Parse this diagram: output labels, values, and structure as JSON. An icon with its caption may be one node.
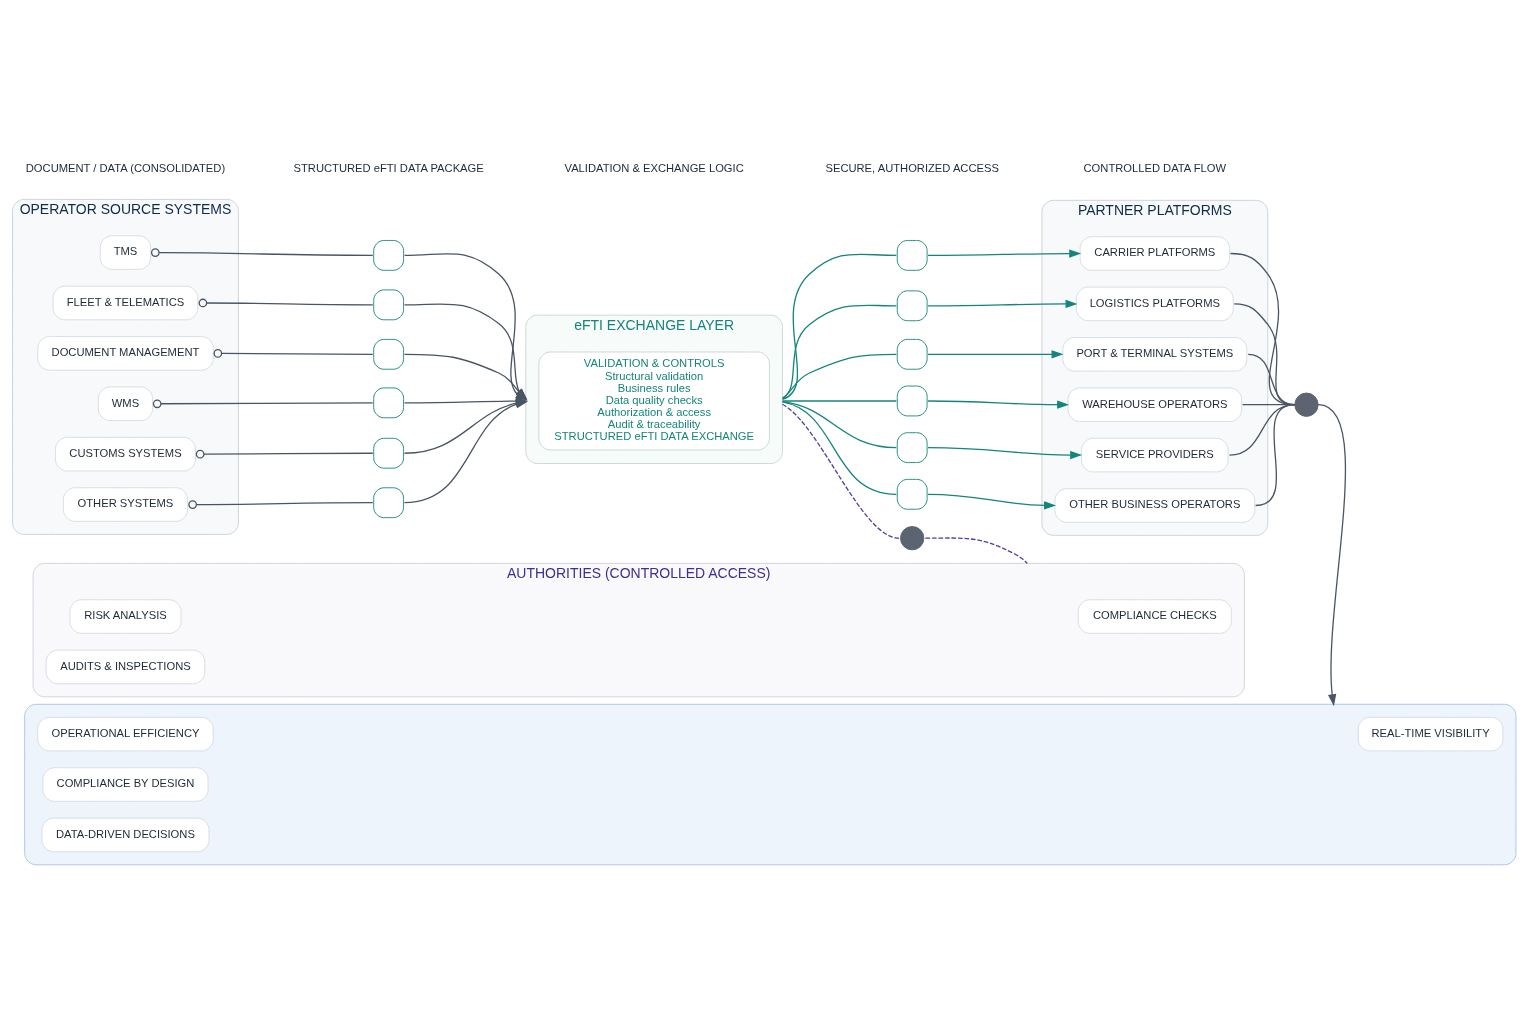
{
  "diagram": {
    "nodes": [
      {
        "text": [
          "OPERATOR SOURCE SYSTEMS"
        ]
      },
      {
        "text": [
          "TMS"
        ],
        "in": 0
      },
      {
        "text": [
          "FLEET & TELEMATICS"
        ],
        "in": 0
      },
      {
        "text": [
          "DOCUMENT MANAGEMENT"
        ],
        "in": 0
      },
      {
        "text": [
          "WMS"
        ],
        "in": 0
      },
      {
        "text": [
          "CUSTOMS SYSTEMS"
        ],
        "in": 0
      },
      {
        "text": [
          "OTHER SYSTEMS"
        ],
        "in": 0
      },
      {
        "text": [],
        "shape": "box"
      },
      {
        "text": [],
        "shape": "box"
      },
      {
        "text": [],
        "shape": "box"
      },
      {
        "text": [],
        "shape": "box"
      },
      {
        "text": [],
        "shape": "box"
      },
      {
        "text": [],
        "shape": "box"
      },
      {
        "text": [
          "eFTI EXCHANGE LAYER"
        ]
      },
      {
        "text": [
          "VALIDATION & CONTROLS",
          "Structural validation",
          "Business rules",
          "Data quality checks",
          "Authorization & access",
          "Audit & traceability",
          "STRUCTURED eFTI DATA EXCHANGE"
        ],
        "in": 13
      },
      {
        "text": [],
        "shape": "box"
      },
      {
        "text": [],
        "shape": "box"
      },
      {
        "text": [],
        "shape": "box"
      },
      {
        "text": [],
        "shape": "box"
      },
      {
        "text": [],
        "shape": "box"
      },
      {
        "text": [],
        "shape": "box"
      },
      {
        "text": [
          "PARTNER PLATFORMS"
        ]
      },
      {
        "text": [
          "CARRIER PLATFORMS"
        ],
        "in": 21
      },
      {
        "text": [
          "LOGISTICS PLATFORMS"
        ],
        "in": 21
      },
      {
        "text": [
          "PORT & TERMINAL SYSTEMS"
        ],
        "in": 21
      },
      {
        "text": [
          "WAREHOUSE OPERATORS"
        ],
        "in": 21
      },
      {
        "text": [
          "SERVICE PROVIDERS"
        ],
        "in": 21
      },
      {
        "text": [
          "OTHER BUSINESS OPERATORS"
        ],
        "in": 21
      },
      {
        "text": [],
        "shape": "circle"
      },
      {
        "text": [],
        "shape": "box"
      },
      {
        "text": [
          "REAL-TIME VISIBILITY"
        ],
        "in": 29
      },
      {
        "text": [
          "OPERATIONAL EFFICIENCY"
        ],
        "in": 29
      },
      {
        "text": [
          "COMPLIANCE BY DESIGN"
        ],
        "in": 29
      },
      {
        "text": [
          "DATA-DRIVEN DECISIONS"
        ],
        "in": 29
      },
      {
        "text": [
          "AUTHORITIES (CONTROLLED ACCESS)"
        ]
      },
      {
        "text": [
          "COMPLIANCE CHECKS"
        ],
        "in": 34
      },
      {
        "text": [
          "RISK ANALYSIS"
        ],
        "in": 34
      },
      {
        "text": [
          "AUDITS & INSPECTIONS"
        ],
        "in": 34
      },
      {
        "text": [],
        "shape": "circle"
      }
    ],
    "edges": [
      {
        "from": 1,
        "to": 7,
        "arrow": "other"
      },
      {
        "from": 7,
        "to": 13,
        "arrow": "to"
      },
      {
        "from": 2,
        "to": 8,
        "arrow": "other"
      },
      {
        "from": 8,
        "to": 13,
        "arrow": "to"
      },
      {
        "from": 3,
        "to": 9,
        "arrow": "other"
      },
      {
        "from": 9,
        "to": 13,
        "arrow": "to"
      },
      {
        "from": 4,
        "to": 10,
        "arrow": "other"
      },
      {
        "from": 10,
        "to": 13,
        "arrow": "to"
      },
      {
        "from": 5,
        "to": 11,
        "arrow": "other"
      },
      {
        "from": 11,
        "to": 13,
        "arrow": "to"
      },
      {
        "from": 6,
        "to": 12,
        "arrow": "other"
      },
      {
        "from": 12,
        "to": 13,
        "arrow": "to"
      },
      {
        "from": 13,
        "to": 15,
        "arrow": "none",
        "color": "#14857a"
      },
      {
        "from": 15,
        "to": 22,
        "arrow": "to",
        "color": "#14857a"
      },
      {
        "from": 13,
        "to": 16,
        "arrow": "none",
        "color": "#14857a"
      },
      {
        "from": 16,
        "to": 23,
        "arrow": "to",
        "color": "#14857a"
      },
      {
        "from": 13,
        "to": 17,
        "arrow": "none",
        "color": "#14857a"
      },
      {
        "from": 17,
        "to": 24,
        "arrow": "to",
        "color": "#14857a"
      },
      {
        "from": 13,
        "to": 18,
        "arrow": "none",
        "color": "#14857a"
      },
      {
        "from": 18,
        "to": 25,
        "arrow": "to",
        "color": "#14857a"
      },
      {
        "from": 13,
        "to": 19,
        "arrow": "none",
        "color": "#14857a"
      },
      {
        "from": 19,
        "to": 26,
        "arrow": "to",
        "color": "#14857a"
      },
      {
        "from": 13,
        "to": 20,
        "arrow": "none",
        "color": "#14857a"
      },
      {
        "from": 20,
        "to": 27,
        "arrow": "to",
        "color": "#14857a"
      },
      {
        "from": 22,
        "to": 28,
        "arrow": "none"
      },
      {
        "from": 23,
        "to": 28,
        "arrow": "none"
      },
      {
        "from": 24,
        "to": 28,
        "arrow": "none"
      },
      {
        "from": 25,
        "to": 28,
        "arrow": "none"
      },
      {
        "from": 26,
        "to": 28,
        "arrow": "none"
      },
      {
        "from": 27,
        "to": 28,
        "arrow": "none"
      },
      {
        "from": 28,
        "to": 29,
        "arrow": "to"
      },
      {
        "from": 13,
        "to": 38,
        "arrow": "none",
        "style": "dashed",
        "color": "#4b3fa0"
      },
      {
        "from": 38,
        "to": 34,
        "arrow": "none",
        "style": "dashed",
        "color": "#4b3fa0"
      }
    ],
    "legend": [
      {
        "text": "DOCUMENT / DATA (CONSOLIDATED)"
      },
      {
        "text": "STRUCTURED eFTI DATA PACKAGE"
      },
      {
        "text": "VALIDATION & EXCHANGE LOGIC"
      },
      {
        "text": "SECURE, AUTHORIZED ACCESS"
      },
      {
        "text": "CONTROLLED DATA FLOW"
      }
    ]
  }
}
